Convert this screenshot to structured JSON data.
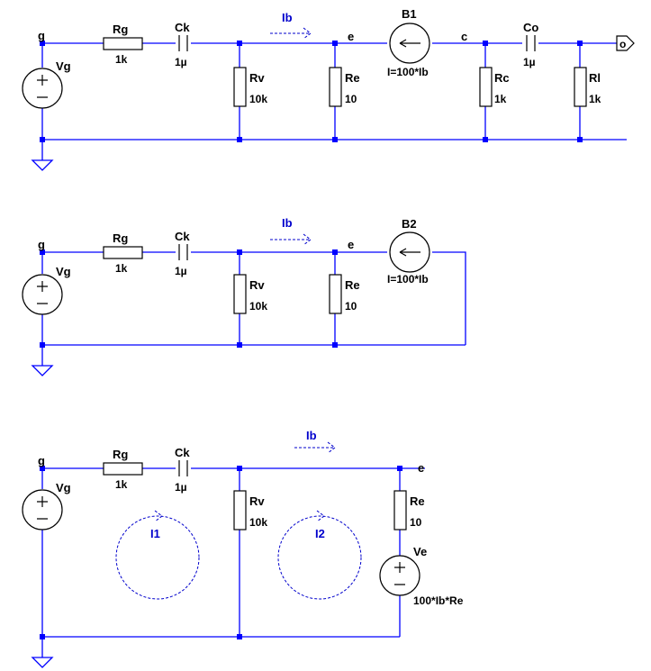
{
  "top": {
    "labels": {
      "g": "g",
      "vg": "Vg",
      "rg": "Rg",
      "rg_val": "1k",
      "ck": "Ck",
      "ck_val": "1µ",
      "rv": "Rv",
      "rv_val": "10k",
      "ib": "Ib",
      "e": "e",
      "re": "Re",
      "re_val": "10",
      "b1": "B1",
      "b1_expr": "I=100*Ib",
      "c": "c",
      "rc": "Rc",
      "rc_val": "1k",
      "co": "Co",
      "co_val": "1µ",
      "rl": "Rl",
      "rl_val": "1k",
      "out": "o"
    }
  },
  "middle": {
    "labels": {
      "g": "g",
      "vg": "Vg",
      "rg": "Rg",
      "rg_val": "1k",
      "ck": "Ck",
      "ck_val": "1µ",
      "rv": "Rv",
      "rv_val": "10k",
      "ib": "Ib",
      "e": "e",
      "re": "Re",
      "re_val": "10",
      "b2": "B2",
      "b2_expr": "I=100*Ib"
    }
  },
  "bottom": {
    "labels": {
      "g": "g",
      "vg": "Vg",
      "rg": "Rg",
      "rg_val": "1k",
      "ck": "Ck",
      "ck_val": "1µ",
      "rv": "Rv",
      "rv_val": "10k",
      "ib": "Ib",
      "e": "e",
      "re": "Re",
      "re_val": "10",
      "ve": "Ve",
      "ve_expr": "100*Ib*Re",
      "i1": "I1",
      "i2": "I2"
    }
  },
  "colors": {
    "wire": "#0000ff",
    "component": "#000000",
    "current_label": "#0000cc",
    "background": "#ffffff"
  },
  "icons": [
    "ground-symbol",
    "voltage-source-symbol",
    "current-source-symbol",
    "resistor-symbol",
    "capacitor-symbol",
    "dashed-current-arrow",
    "dashed-mesh-loop"
  ]
}
